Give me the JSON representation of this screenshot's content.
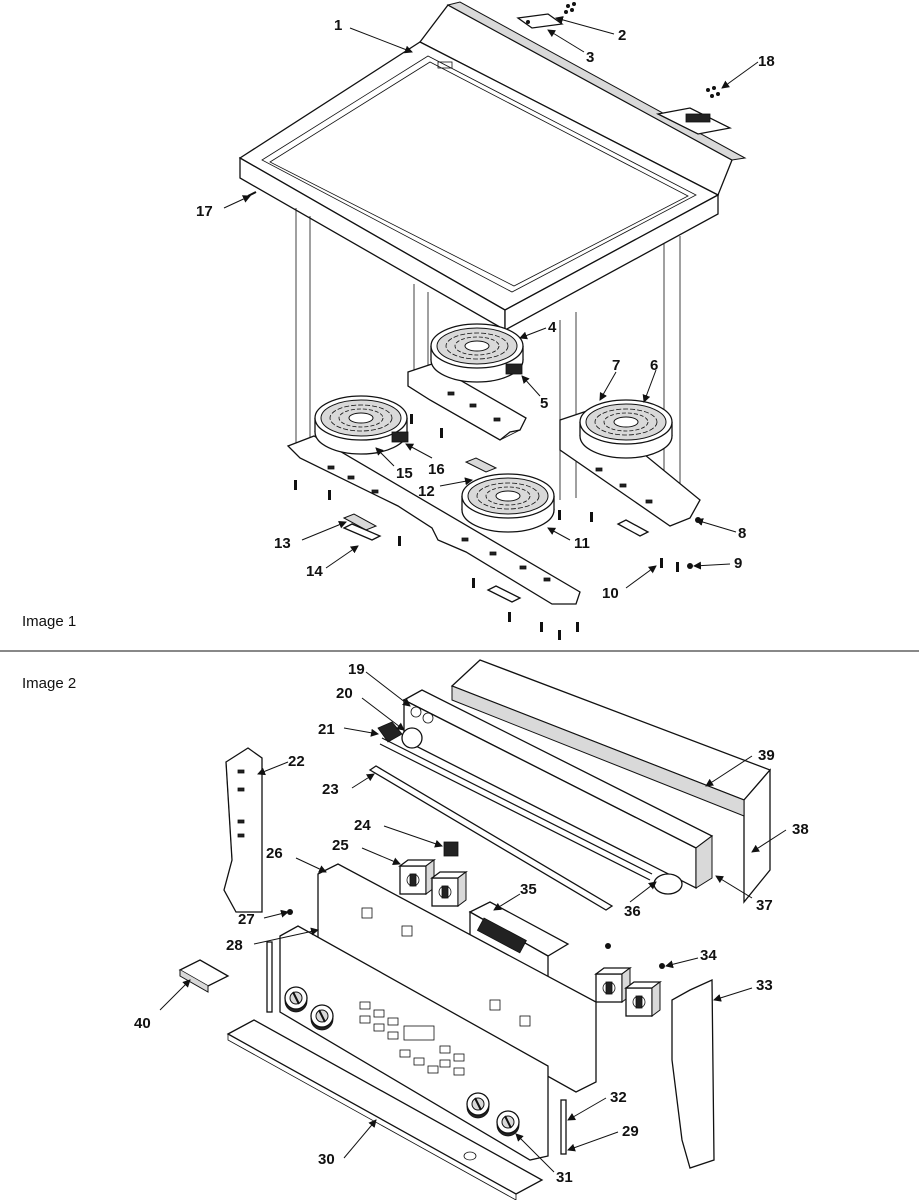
{
  "images": [
    {
      "caption": "Image 1",
      "callouts": [
        "1",
        "2",
        "3",
        "18",
        "17",
        "4",
        "5",
        "7",
        "6",
        "15",
        "16",
        "12",
        "8",
        "9",
        "11",
        "13",
        "14",
        "10"
      ]
    },
    {
      "caption": "Image 2",
      "callouts": [
        "19",
        "20",
        "21",
        "39",
        "22",
        "23",
        "38",
        "24",
        "25",
        "26",
        "35",
        "37",
        "36",
        "27",
        "28",
        "34",
        "33",
        "40",
        "32",
        "29",
        "30",
        "31"
      ]
    }
  ]
}
